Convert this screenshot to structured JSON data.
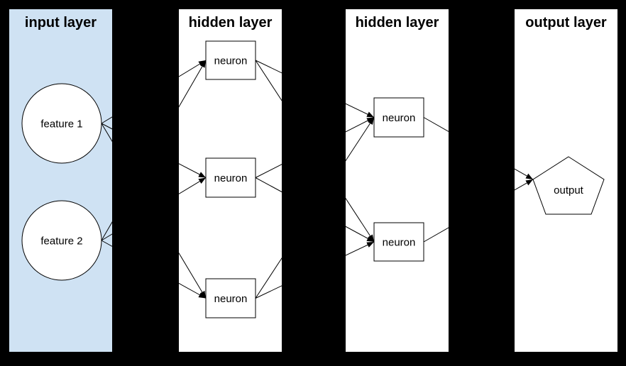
{
  "diagram": {
    "colors": {
      "background": "#000000",
      "input_panel_fill": "#cfe2f3",
      "panel_fill": "#ffffff",
      "node_fill": "#ffffff",
      "node_stroke": "#000000",
      "edge": "#000000",
      "text": "#000000"
    },
    "layers": [
      {
        "id": "input",
        "header": "input layer",
        "panel_fill": "#cfe2f3",
        "nodes": [
          {
            "id": "f1",
            "shape": "circle",
            "label": "feature 1"
          },
          {
            "id": "f2",
            "shape": "circle",
            "label": "feature 2"
          }
        ]
      },
      {
        "id": "hidden1",
        "header": "hidden layer",
        "panel_fill": "#ffffff",
        "nodes": [
          {
            "id": "h1a",
            "shape": "rect",
            "label": "neuron"
          },
          {
            "id": "h1b",
            "shape": "rect",
            "label": "neuron"
          },
          {
            "id": "h1c",
            "shape": "rect",
            "label": "neuron"
          }
        ]
      },
      {
        "id": "hidden2",
        "header": "hidden layer",
        "panel_fill": "#ffffff",
        "nodes": [
          {
            "id": "h2a",
            "shape": "rect",
            "label": "neuron"
          },
          {
            "id": "h2b",
            "shape": "rect",
            "label": "neuron"
          }
        ]
      },
      {
        "id": "output",
        "header": "output layer",
        "panel_fill": "#ffffff",
        "nodes": [
          {
            "id": "out",
            "shape": "pentagon",
            "label": "output"
          }
        ]
      }
    ],
    "edges": [
      [
        "f1",
        "h1a"
      ],
      [
        "f1",
        "h1b"
      ],
      [
        "f1",
        "h1c"
      ],
      [
        "f2",
        "h1a"
      ],
      [
        "f2",
        "h1b"
      ],
      [
        "f2",
        "h1c"
      ],
      [
        "h1a",
        "h2a"
      ],
      [
        "h1a",
        "h2b"
      ],
      [
        "h1b",
        "h2a"
      ],
      [
        "h1b",
        "h2b"
      ],
      [
        "h1c",
        "h2a"
      ],
      [
        "h1c",
        "h2b"
      ],
      [
        "h2a",
        "out"
      ],
      [
        "h2b",
        "out"
      ]
    ]
  }
}
